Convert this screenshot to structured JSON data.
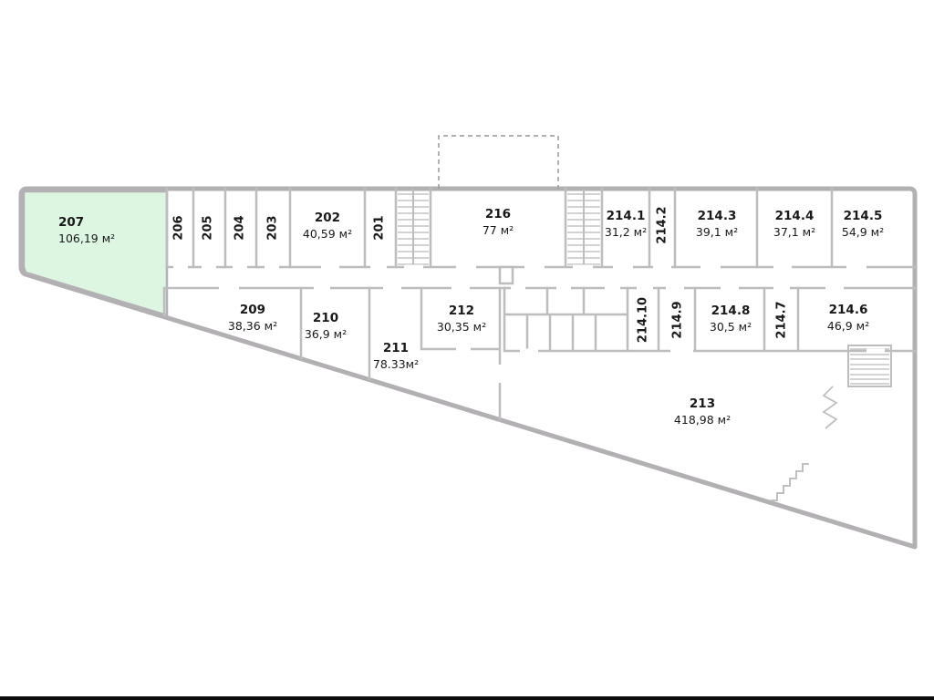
{
  "plan": {
    "name": "office-floor-plan",
    "highlight_room": "207",
    "colors": {
      "outer_wall": "#b3b0b3",
      "inner_wall": "#bfbcbf",
      "stair_line": "#c7c4c7",
      "highlight_fill": "#ddf6e1",
      "text": "#191919"
    },
    "rooms": [
      {
        "num": "207",
        "area": "106,19 м²"
      },
      {
        "num": "206",
        "area": ""
      },
      {
        "num": "205",
        "area": ""
      },
      {
        "num": "204",
        "area": ""
      },
      {
        "num": "203",
        "area": ""
      },
      {
        "num": "202",
        "area": "40,59 м²"
      },
      {
        "num": "201",
        "area": ""
      },
      {
        "num": "216",
        "area": "77 м²"
      },
      {
        "num": "214.1",
        "area": "31,2 м²"
      },
      {
        "num": "214.2",
        "area": ""
      },
      {
        "num": "214.3",
        "area": "39,1 м²"
      },
      {
        "num": "214.4",
        "area": "37,1 м²"
      },
      {
        "num": "214.5",
        "area": "54,9 м²"
      },
      {
        "num": "209",
        "area": "38,36 м²"
      },
      {
        "num": "210",
        "area": "36,9 м²"
      },
      {
        "num": "211",
        "area": "78.33м²"
      },
      {
        "num": "212",
        "area": "30,35 м²"
      },
      {
        "num": "214.10",
        "area": ""
      },
      {
        "num": "214.9",
        "area": ""
      },
      {
        "num": "214.8",
        "area": "30,5 м²"
      },
      {
        "num": "214.7",
        "area": ""
      },
      {
        "num": "214.6",
        "area": "46,9 м²"
      },
      {
        "num": "213",
        "area": "418,98 м²"
      }
    ]
  }
}
